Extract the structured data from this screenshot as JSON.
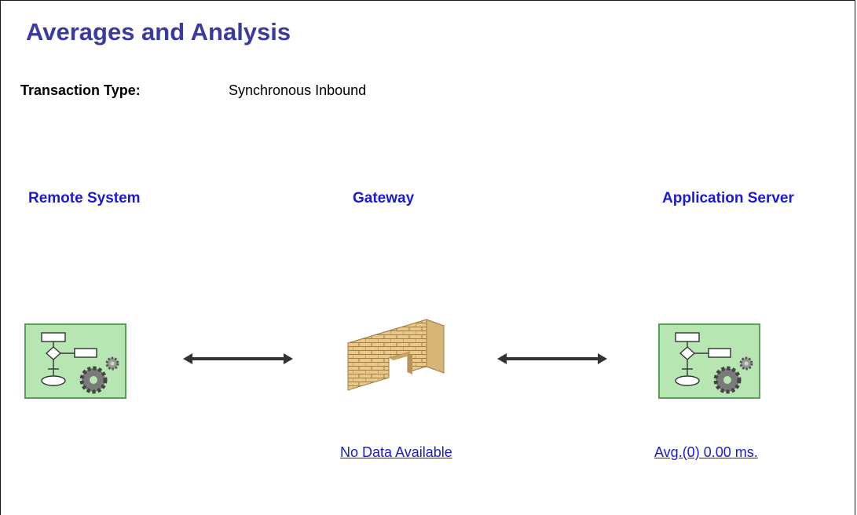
{
  "page": {
    "title": "Averages and Analysis"
  },
  "transaction": {
    "label": "Transaction Type:",
    "value": "Synchronous Inbound"
  },
  "nodes": [
    {
      "label": "Remote System",
      "icon": "process-flow-gear-icon",
      "stat": ""
    },
    {
      "label": "Gateway",
      "icon": "brick-wall-gateway-icon",
      "stat": "No Data Available"
    },
    {
      "label": "Application Server",
      "icon": "process-flow-gear-icon",
      "stat": "Avg.(0) 0.00 ms."
    }
  ],
  "colors": {
    "title": "#3a3aa0",
    "node_label": "#1a1ad6",
    "link": "#1a1ad6",
    "icon_bg": "#b8e6b2",
    "wall": "#e8c98a"
  }
}
